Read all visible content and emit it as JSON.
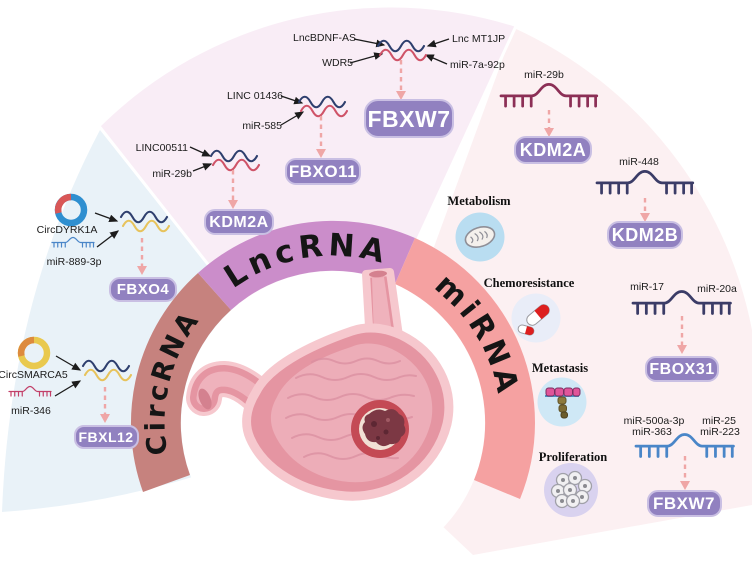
{
  "bands": {
    "circrna_label": "CircRNA",
    "lncrna_label": "LncRNA",
    "mirna_label": "miRNA",
    "circrna_color": "#c6827e",
    "lncrna_color": "#cb8dca",
    "mirna_color": "#f5a1a1"
  },
  "sectors": {
    "circrna_bg": "#e9f2f8",
    "lncrna_bg": "#f9edf6",
    "mirna_bg": "#fcf0f2"
  },
  "style": {
    "button_bg": "#9181c0",
    "button_border": "#c9bfe3",
    "button_text": "#ffffff",
    "dashed_arrow": "#efa6a6",
    "rna_wave_dark": "#2e3f6e",
    "rna_wave_red": "#cf5368",
    "rna_wave_yellow": "#e7c35c"
  },
  "lnc_p1": {
    "reg1": "LncBDNF-AS",
    "reg2": "WDR5",
    "reg3": "Lnc MT1JP",
    "reg4": "miR-7a-92p",
    "target": "FBXW7"
  },
  "lnc_p2": {
    "reg1": "LINC 01436",
    "reg2": "miR-585",
    "target": "FBXO11"
  },
  "lnc_p3": {
    "reg1": "LINC00511",
    "reg2": "miR-29b",
    "target": "KDM2A"
  },
  "circ_p1": {
    "circ": "CircDYRK1A",
    "mir": "miR-889-3p",
    "target": "FBXO4"
  },
  "circ_p2": {
    "circ": "CircSMARCA5",
    "mir": "miR-346",
    "target": "FBXL12"
  },
  "mir_p1": {
    "mir1": "miR-29b",
    "target": "KDM2A"
  },
  "mir_p2": {
    "mir1": "miR-448",
    "target": "KDM2B"
  },
  "mir_p3": {
    "mir1": "miR-17",
    "mir2": "miR-20a",
    "target": "FBOX31"
  },
  "mir_p4": {
    "mir1": "miR-500a-3p",
    "mir2": "miR-363",
    "mir3": "miR-25",
    "mir4": "miR-223",
    "target": "FBXW7"
  },
  "hallmarks": {
    "h1": "Metabolism",
    "h2": "Chemoresistance",
    "h3": "Metastasis",
    "h4": "Proliferation"
  }
}
